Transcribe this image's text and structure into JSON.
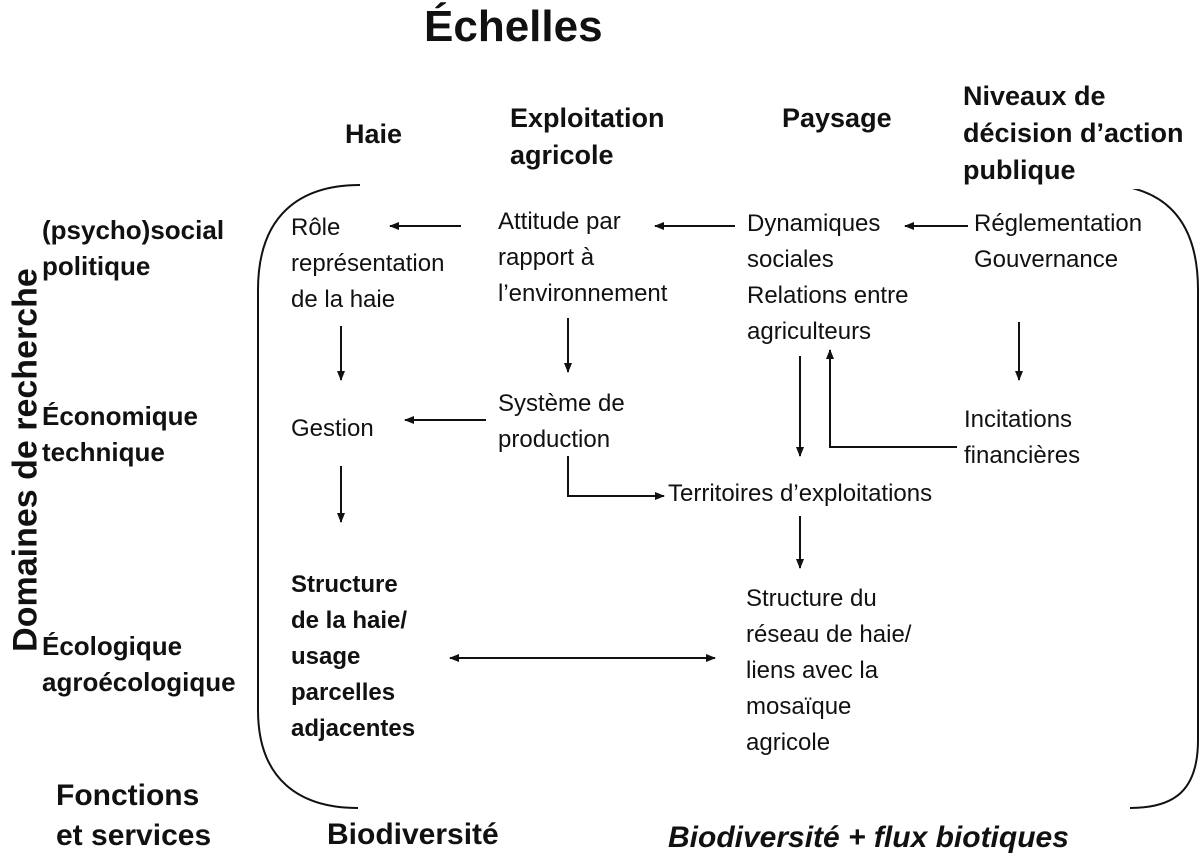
{
  "title": "Échelles",
  "vertical_label": "Domaines de recherche",
  "scales": {
    "haie": "Haie",
    "exploitation": "Exploitation\nagricole",
    "paysage": "Paysage",
    "niveaux": "Niveaux de\ndécision d’action\npublique"
  },
  "domains": {
    "psychosocial": "(psycho)social\npolitique",
    "economique": "Économique\ntechnique",
    "ecologique": "Écologique\nagroécologique"
  },
  "nodes": {
    "role": "Rôle\nreprésentation\nde la haie",
    "attitude": "Attitude par\nrapport à\nl’environnement",
    "dynamiques": "Dynamiques\nsociales\nRelations entre\nagriculteurs",
    "reglementation": "Réglementation\nGouvernance",
    "gestion": "Gestion",
    "systeme": "Système de\nproduction",
    "incitations": "Incitations\nfinancières",
    "territoires": "Territoires d’exploitations",
    "structure_haie": "Structure\nde la haie/\nusage\nparcelles\nadjacentes",
    "structure_reseau": "Structure du\nréseau de haie/\nliens avec la\nmosaïque\nagricole"
  },
  "footer": {
    "fonctions": "Fonctions\net services",
    "biodiversite": "Biodiversité",
    "biodiversite_flux": "Biodiversité + flux biotiques"
  }
}
